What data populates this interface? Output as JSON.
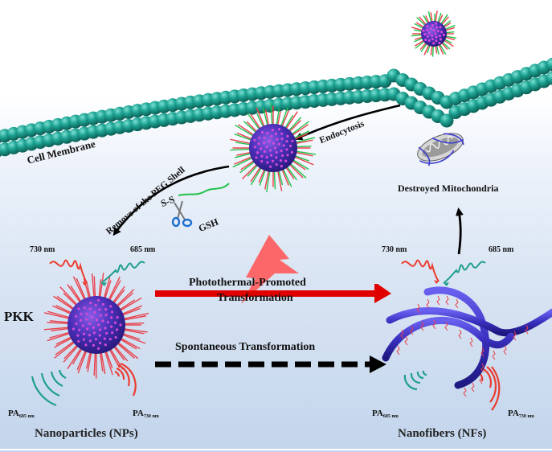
{
  "diagram": {
    "title": "PKK nanoparticle to nanofiber transformation schematic",
    "membrane": {
      "label": "Cell Membrane",
      "color": "#1a9b8c"
    },
    "steps": {
      "endocytosis": "Endocytosis",
      "remove_peg": "Remove of the PEG Shell",
      "disulfide": "S-S",
      "gsh": "GSH",
      "destroyed_mito": "Destroyed Mitochondria"
    },
    "left_state": {
      "name": "PKK",
      "caption": "Nanoparticles (NPs)",
      "laser_left": "730 nm",
      "laser_right": "685 nm",
      "pa_left_main": "PA",
      "pa_left_sub": "685 nm",
      "pa_right_main": "PA",
      "pa_right_sub": "730 nm"
    },
    "right_state": {
      "caption": "Nanofibers (NFs)",
      "laser_left": "730 nm",
      "laser_right": "685 nm",
      "pa_left_main": "PA",
      "pa_left_sub": "685 nm",
      "pa_right_main": "PA",
      "pa_right_sub": "730 nm"
    },
    "transitions": {
      "photothermal_line1": "Photothermal-Promoted",
      "photothermal_line2": "Transformation",
      "spontaneous": "Spontaneous Transformation"
    },
    "colors": {
      "teal_wave": "#1f9e8e",
      "red_wave": "#e8402a",
      "arrow_red": "#e00000",
      "arrow_black": "#000000",
      "particle_core": "#4a2fb8",
      "fiber": "#3d33c4",
      "peg": "#22c24a",
      "lightning": "#ff5a5a"
    }
  }
}
